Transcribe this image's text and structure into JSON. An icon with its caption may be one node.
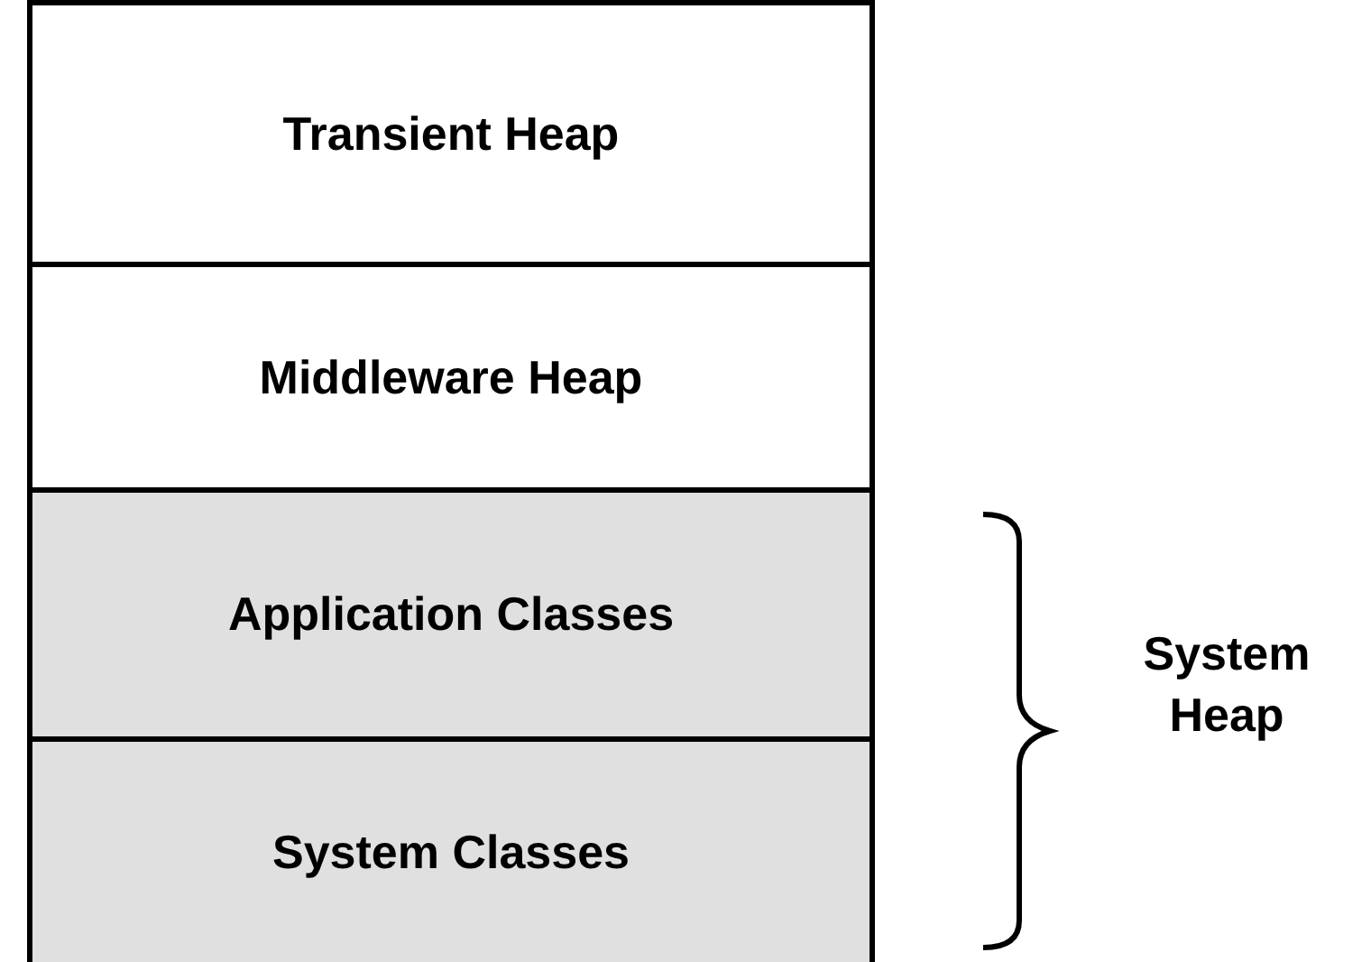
{
  "diagram": {
    "nodes": [
      {
        "text": [
          "Transient Heap"
        ]
      },
      {
        "text": [
          "Middleware Heap"
        ]
      },
      {
        "text": [
          "Application Classes"
        ]
      },
      {
        "text": [
          "System Classes"
        ]
      }
    ],
    "labels": [
      "System Heap"
    ]
  }
}
